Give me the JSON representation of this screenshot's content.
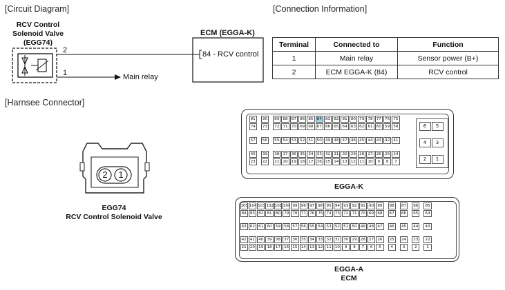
{
  "sections": {
    "circuit": "[Circuit Diagram]",
    "connection": "[Connection Information]",
    "harness": "[Harnsee Connector]"
  },
  "component": {
    "name_lines": [
      "RCV Control",
      "Solenoid Valve",
      "(EGG74)"
    ]
  },
  "ecm_box": {
    "title": "ECM (EGGA-K)",
    "pin_label": "84 - RCV control"
  },
  "wires": {
    "pin2": "2",
    "pin1": "1",
    "main_relay": "Main relay"
  },
  "table": {
    "headers": [
      "Terminal",
      "Connected to",
      "Function"
    ],
    "rows": [
      [
        "1",
        "Main relay",
        "Sensor power (B+)"
      ],
      [
        "2",
        "ECM EGGA-K (84)",
        "RCV control"
      ]
    ]
  },
  "egg74": {
    "pins": [
      "2",
      "1"
    ],
    "label1": "EGG74",
    "label2": "RCV Control Solenoid Valve"
  },
  "egga_k": {
    "label": "EGGA-K",
    "highlight": "84",
    "main_rows": [
      [
        "91",
        "",
        "90",
        "",
        "89",
        "88",
        "87",
        "86",
        "85",
        "84",
        "83",
        "82",
        "81",
        "80",
        "79",
        "78",
        "77",
        "76",
        "75"
      ],
      [
        "74",
        "",
        "73",
        "",
        "72",
        "71",
        "70",
        "69",
        "68",
        "67",
        "66",
        "65",
        "64",
        "63",
        "62",
        "61",
        "60",
        "59",
        "58"
      ],
      [
        "57",
        "",
        "56",
        "",
        "55",
        "54",
        "53",
        "52",
        "51",
        "50",
        "49",
        "48",
        "47",
        "46",
        "45",
        "44",
        "43",
        "42",
        "41"
      ],
      [
        "40",
        "",
        "39",
        "",
        "38",
        "37",
        "36",
        "35",
        "34",
        "33",
        "32",
        "31",
        "30",
        "29",
        "28",
        "27",
        "26",
        "25",
        "24"
      ],
      [
        "23",
        "",
        "22",
        "",
        "21",
        "20",
        "19",
        "18",
        "17",
        "16",
        "15",
        "14",
        "13",
        "12",
        "11",
        "10",
        "9",
        "8",
        "7"
      ]
    ],
    "side_pins": [
      [
        "6",
        "5"
      ],
      [
        "4",
        "3"
      ],
      [
        "2",
        "1"
      ]
    ]
  },
  "egga_a": {
    "label1": "EGGA-A",
    "label2": "ECM",
    "rows": [
      [
        "105",
        "104",
        "103",
        "102",
        "101",
        "100",
        "99",
        "98",
        "97",
        "96",
        "95",
        "94",
        "93",
        "92",
        "91",
        "90",
        "89",
        "",
        "88",
        "",
        "87",
        "",
        "86",
        "",
        "85"
      ],
      [
        "84",
        "83",
        "82",
        "81",
        "80",
        "79",
        "78",
        "77",
        "76",
        "75",
        "74",
        "73",
        "72",
        "71",
        "70",
        "69",
        "68",
        "",
        "67",
        "",
        "66",
        "",
        "65",
        "",
        "64"
      ],
      [
        "63",
        "62",
        "61",
        "60",
        "59",
        "58",
        "57",
        "56",
        "55",
        "54",
        "53",
        "52",
        "51",
        "50",
        "49",
        "48",
        "47",
        "",
        "46",
        "",
        "45",
        "",
        "44",
        "",
        "43"
      ],
      [
        "42",
        "41",
        "40",
        "39",
        "38",
        "37",
        "36",
        "35",
        "34",
        "33",
        "32",
        "31",
        "30",
        "29",
        "28",
        "27",
        "26",
        "",
        "25",
        "",
        "24",
        "",
        "23",
        "",
        "22"
      ],
      [
        "21",
        "20",
        "19",
        "18",
        "17",
        "16",
        "15",
        "14",
        "13",
        "12",
        "11",
        "10",
        "9",
        "8",
        "7",
        "6",
        "5",
        "",
        "4",
        "",
        "3",
        "",
        "2",
        "",
        "1"
      ]
    ]
  }
}
